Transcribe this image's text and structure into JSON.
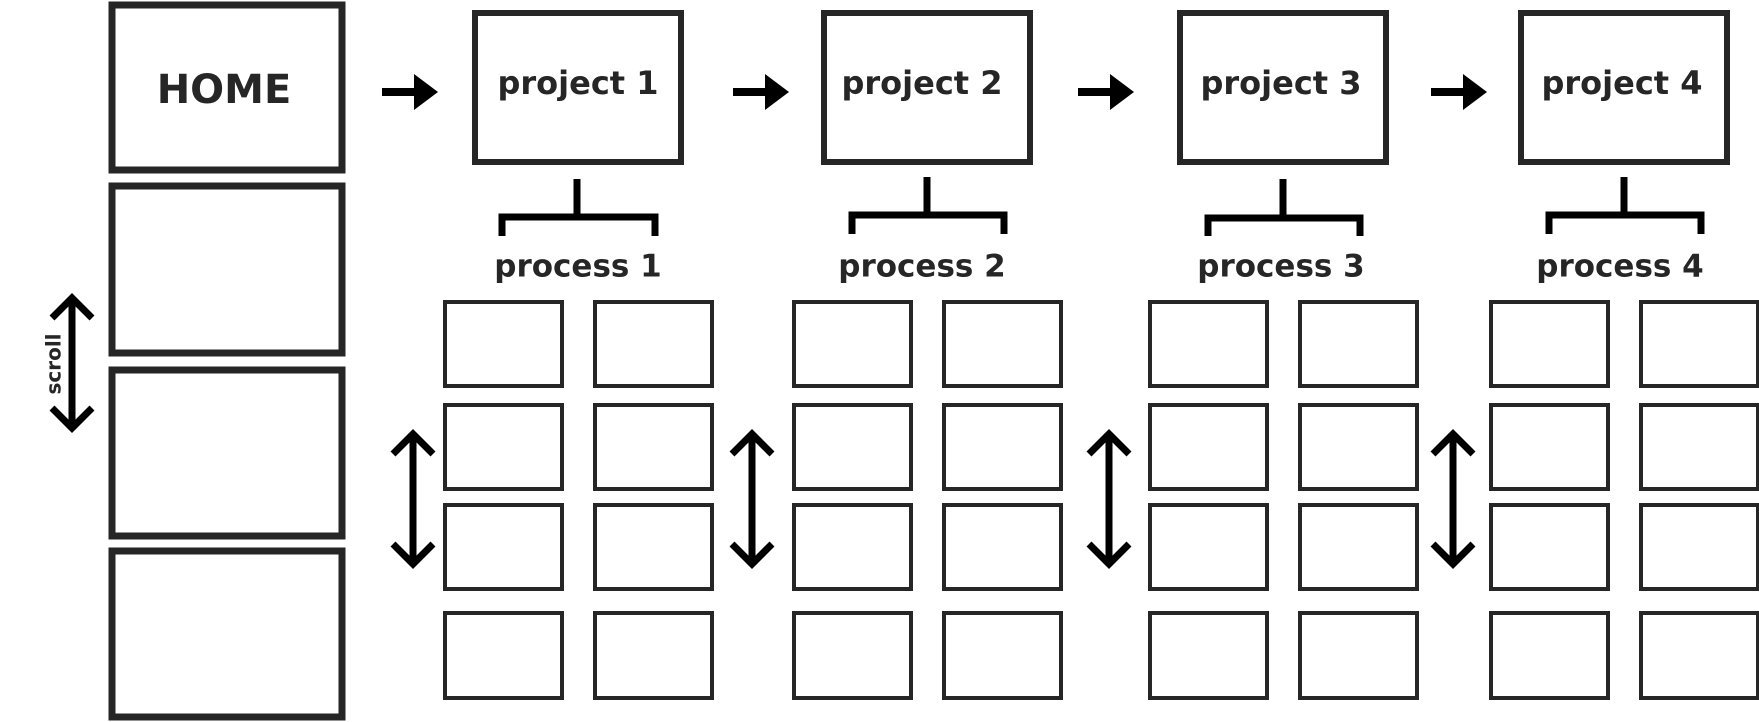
{
  "home": {
    "label": "HOME"
  },
  "sidebar": {
    "scroll_label": "scroll",
    "panel_count": 4
  },
  "projects": [
    {
      "label": "project 1",
      "process_label": "process 1"
    },
    {
      "label": "project 2",
      "process_label": "process 2"
    },
    {
      "label": "project 3",
      "process_label": "process 3"
    },
    {
      "label": "project 4",
      "process_label": "process 4"
    }
  ],
  "grid": {
    "rows": 4,
    "columns": 2
  },
  "icons": {
    "flow_arrow": "right-arrow-icon",
    "scroll_arrow": "double-vertical-arrow-icon"
  },
  "colors": {
    "stroke": "#262626",
    "arrow": "#000000",
    "background": "#ffffff"
  }
}
